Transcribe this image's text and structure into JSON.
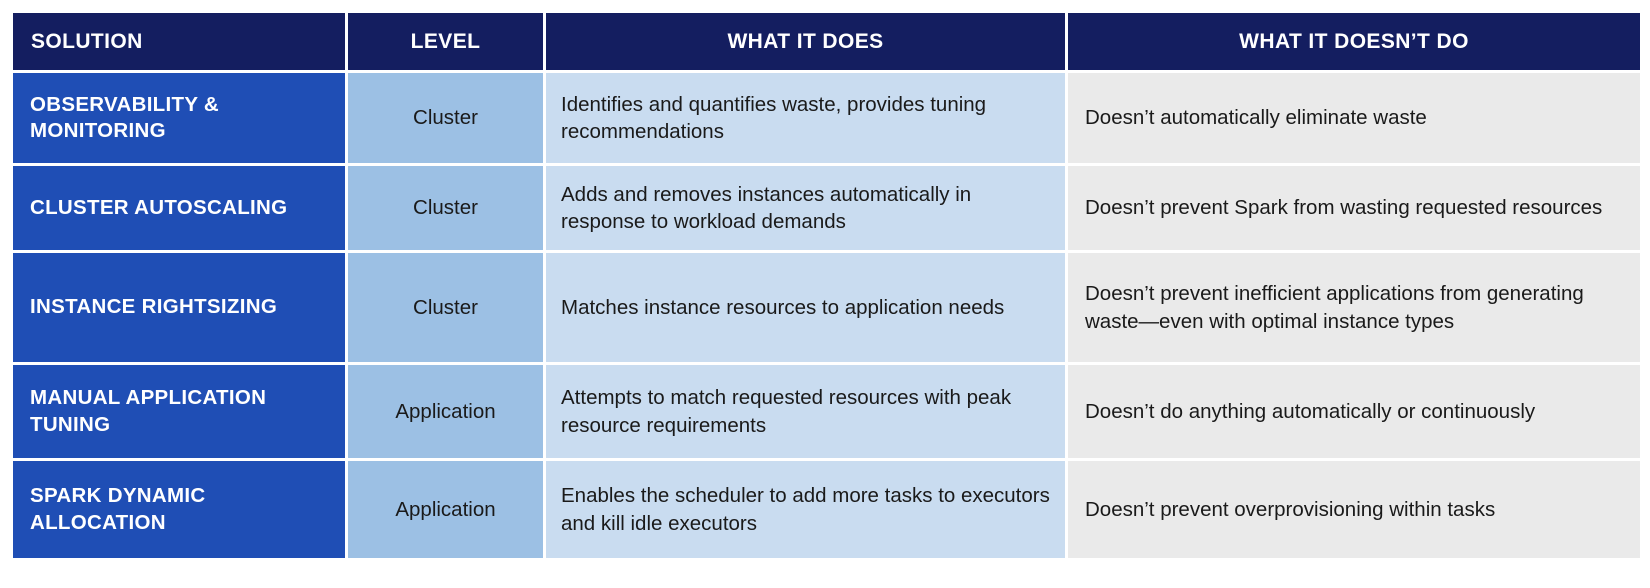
{
  "table": {
    "columns": [
      {
        "key": "solution",
        "label": "SOLUTION",
        "align": "left"
      },
      {
        "key": "level",
        "label": "LEVEL",
        "align": "center"
      },
      {
        "key": "does",
        "label": "WHAT IT DOES",
        "align": "center"
      },
      {
        "key": "doesnt",
        "label": "WHAT IT DOESN’T DO",
        "align": "center"
      }
    ],
    "rows": [
      {
        "solution": "OBSERVABILITY & MONITORING",
        "level": "Cluster",
        "does": "Identifies and quantifies waste, provides tuning recommendations",
        "doesnt": "Doesn’t automatically eliminate waste"
      },
      {
        "solution": "CLUSTER AUTOSCALING",
        "level": "Cluster",
        "does": "Adds and removes instances automatically in response to workload demands",
        "doesnt": "Doesn’t prevent Spark from wasting requested resources"
      },
      {
        "solution": "INSTANCE RIGHTSIZING",
        "level": "Cluster",
        "does": "Matches instance resources to application needs",
        "doesnt": "Doesn’t prevent inefficient applications from generating waste—even with optimal instance types"
      },
      {
        "solution": "MANUAL APPLICATION TUNING",
        "level": "Application",
        "does": "Attempts to match requested resources with peak resource requirements",
        "doesnt": "Doesn’t do anything automatically or continuously"
      },
      {
        "solution": "SPARK DYNAMIC ALLOCATION",
        "level": "Application",
        "does": "Enables the scheduler to add more tasks to executors and kill idle executors",
        "doesnt": "Doesn’t prevent overprovisioning within tasks"
      }
    ]
  },
  "colors": {
    "header_bg": "#141e60",
    "header_text": "#ffffff",
    "solution_bg": "#1f4eb5",
    "solution_text": "#ffffff",
    "level_bg": "#9cc0e4",
    "does_bg": "#c9dcf0",
    "doesnt_bg": "#eaeaea",
    "body_text": "#1a1a1a",
    "page_bg": "#ffffff"
  }
}
